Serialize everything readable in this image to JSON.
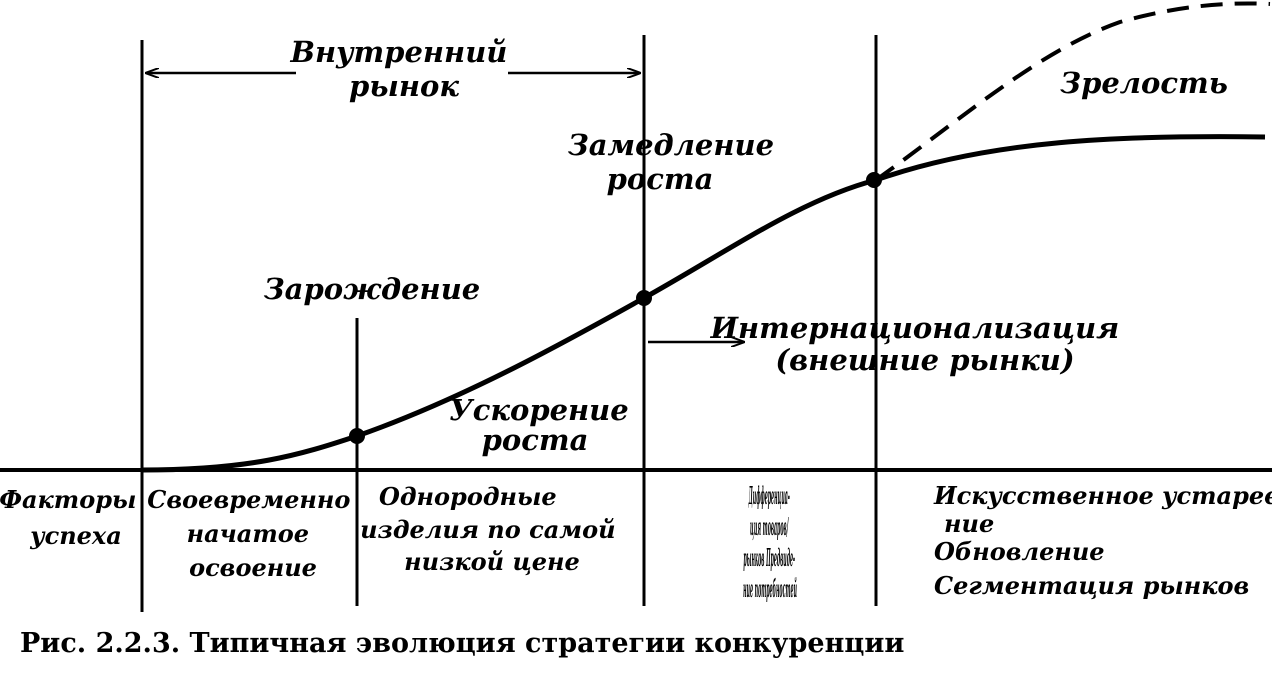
{
  "labels": {
    "internal_market": [
      "Внутренний",
      "рынок"
    ],
    "maturity": "Зрелость",
    "slowdown": [
      "Замедление",
      "роста"
    ],
    "birth": "Зарождение",
    "internationalization": [
      "Интернационализация",
      "(внешние рынки)"
    ],
    "acceleration": [
      "Ускорение",
      "роста"
    ]
  },
  "bottom_labels": {
    "success_factors": [
      "Факторы",
      "успеха"
    ],
    "timely_mastery": [
      "Своевременно",
      "начатое",
      "освоение"
    ],
    "homogeneous_products": [
      "Однородные",
      "изделия по самой",
      "низкой цене"
    ],
    "differentiation": [
      "Дифференциа-",
      "ция товаров/",
      "рынков Предвиде-",
      "ние потребностей"
    ],
    "obsolescence": [
      "Искусственное устарева-",
      "ние",
      "Обновление",
      "Сегментация рынков"
    ]
  },
  "caption": "Рис. 2.2.3. Типичная эволюция стратегии конкуренции"
}
